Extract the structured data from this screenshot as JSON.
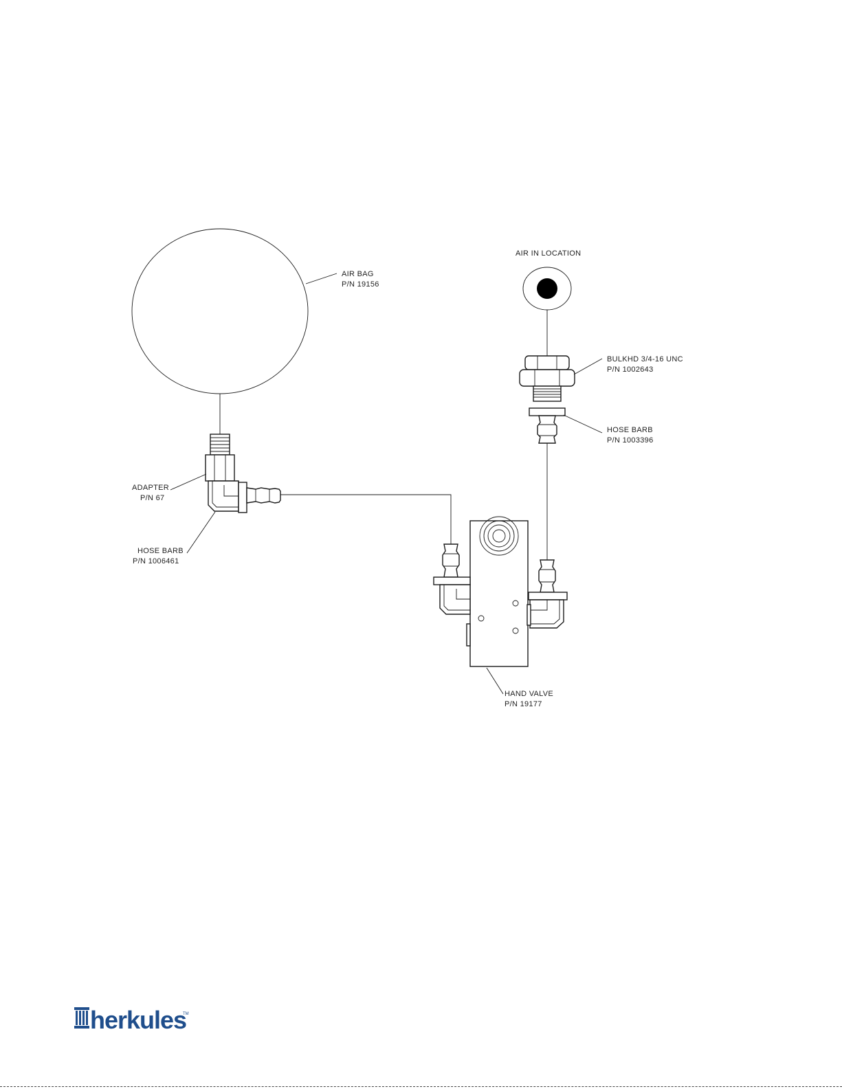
{
  "labels": {
    "air_bag": [
      "AIR BAG",
      "P/N 19156"
    ],
    "air_in": [
      "AIR IN LOCATION"
    ],
    "bulkhead": [
      "BULKHD 3/4-16 UNC",
      "P/N 1002643"
    ],
    "hose_barb_right": [
      "HOSE BARB",
      "P/N 1003396"
    ],
    "adapter": [
      "ADAPTER",
      "P/N 67"
    ],
    "hose_barb_left": [
      "HOSE BARB",
      "P/N 1006461"
    ],
    "hand_valve": [
      "HAND VALVE",
      "P/N 19177"
    ]
  },
  "logo": {
    "text": "herkules",
    "trademark": "TM",
    "color": "#1f4e8c"
  },
  "colors": {
    "line": "#1a1a1a",
    "background": "#ffffff"
  }
}
